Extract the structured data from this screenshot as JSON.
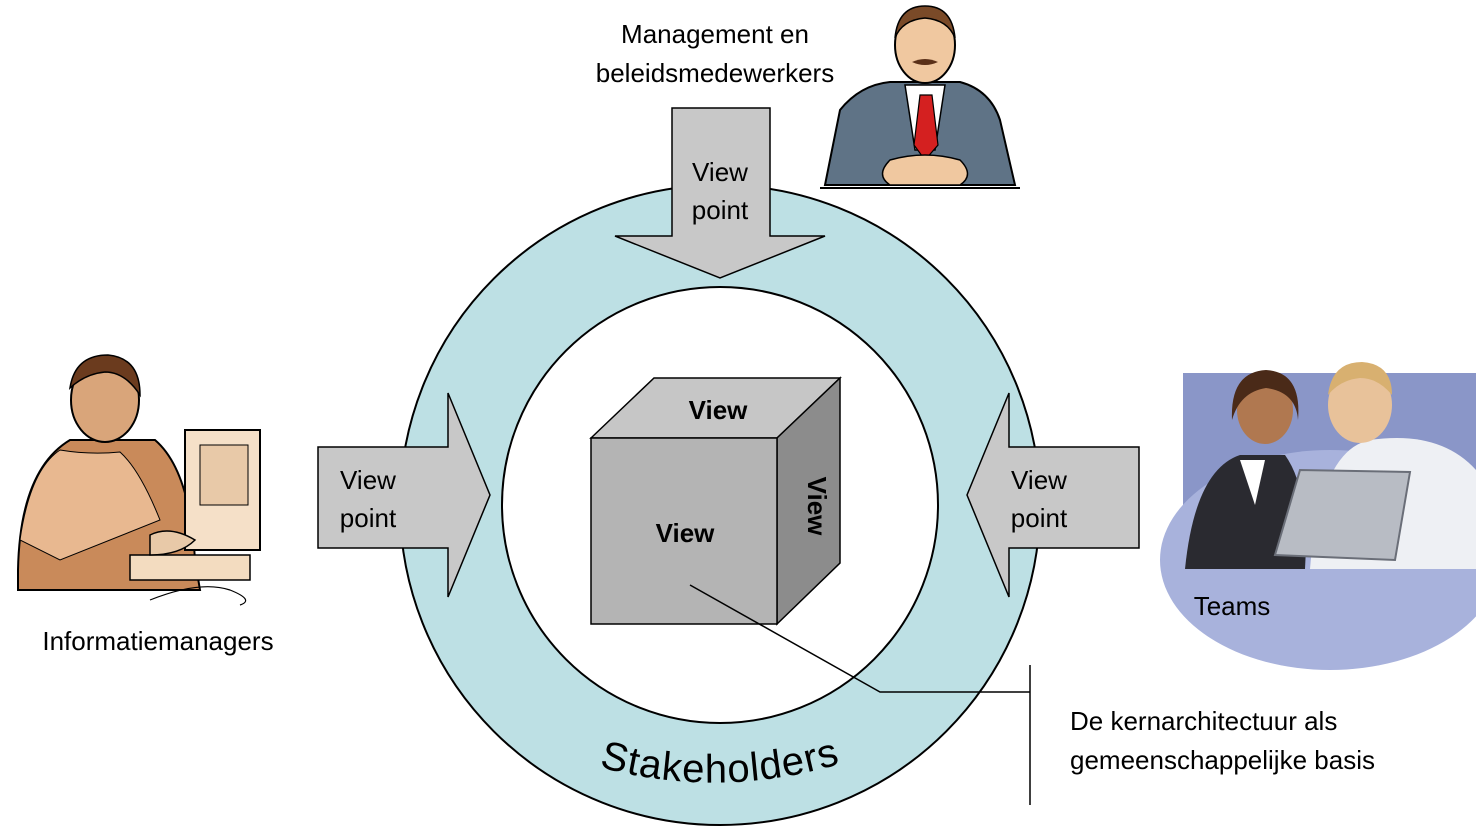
{
  "stakeholders": {
    "top": {
      "label_line1": "Management en",
      "label_line2": "beleidsmedewerkers",
      "icon": "businessman-at-desk-icon"
    },
    "left": {
      "label": "Informatiemanagers",
      "icon": "man-at-computer-icon"
    },
    "right": {
      "label": "Teams",
      "icon": "two-people-at-laptop-icon"
    }
  },
  "arrows": {
    "top": {
      "line1": "View",
      "line2": "point"
    },
    "left": {
      "line1": "View",
      "line2": "point"
    },
    "right": {
      "line1": "View",
      "line2": "point"
    }
  },
  "cube": {
    "top_label": "View",
    "front_label": "View",
    "side_label": "View"
  },
  "ring": {
    "label": "Stakeholders",
    "color": "#bde0e4"
  },
  "callout": {
    "line1": "De kernarchitectuur als",
    "line2": "gemeenschappelijke basis"
  },
  "colors": {
    "arrow": "#c8c8c8",
    "cube_front": "#b4b4b4",
    "cube_top": "#c6c6c6",
    "cube_side": "#8c8c8c"
  }
}
